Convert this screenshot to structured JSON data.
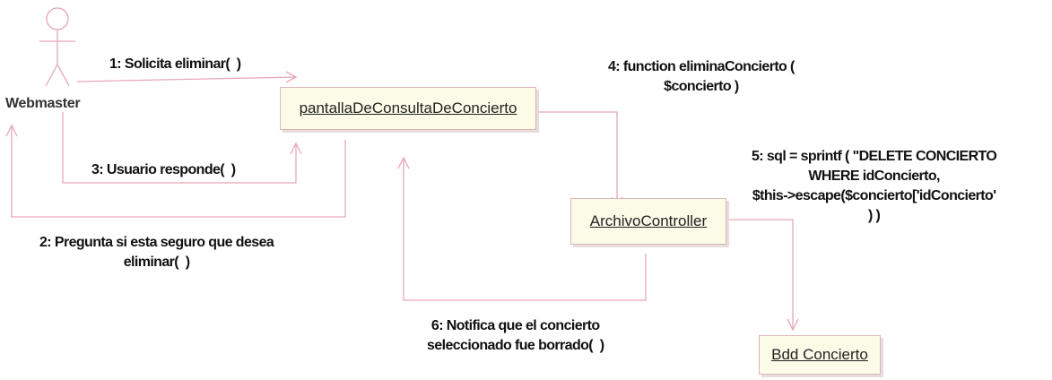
{
  "actor": {
    "name": "Webmaster"
  },
  "objects": {
    "pantalla": "pantallaDeConsultaDeConcierto",
    "controller": "ArchivoController",
    "bdd": "Bdd Concierto"
  },
  "messages": {
    "m1": "1: Solicita eliminar(  )",
    "m2": "2: Pregunta si esta seguro que desea\neliminar(  )",
    "m3": "3: Usuario responde(  )",
    "m4": "4: function eliminaConcierto (\n$concierto )",
    "m5": "5: sql = sprintf ( \"DELETE CONCIERTO\nWHERE idConcierto,\n$this->escape($concierto['idConcierto'\n) )",
    "m6": "6: Notifica que el concierto\nseleccionado fue borrado(  )"
  },
  "colors": {
    "line": "#e8a8b8",
    "box_fill": "#fbfbe8"
  }
}
